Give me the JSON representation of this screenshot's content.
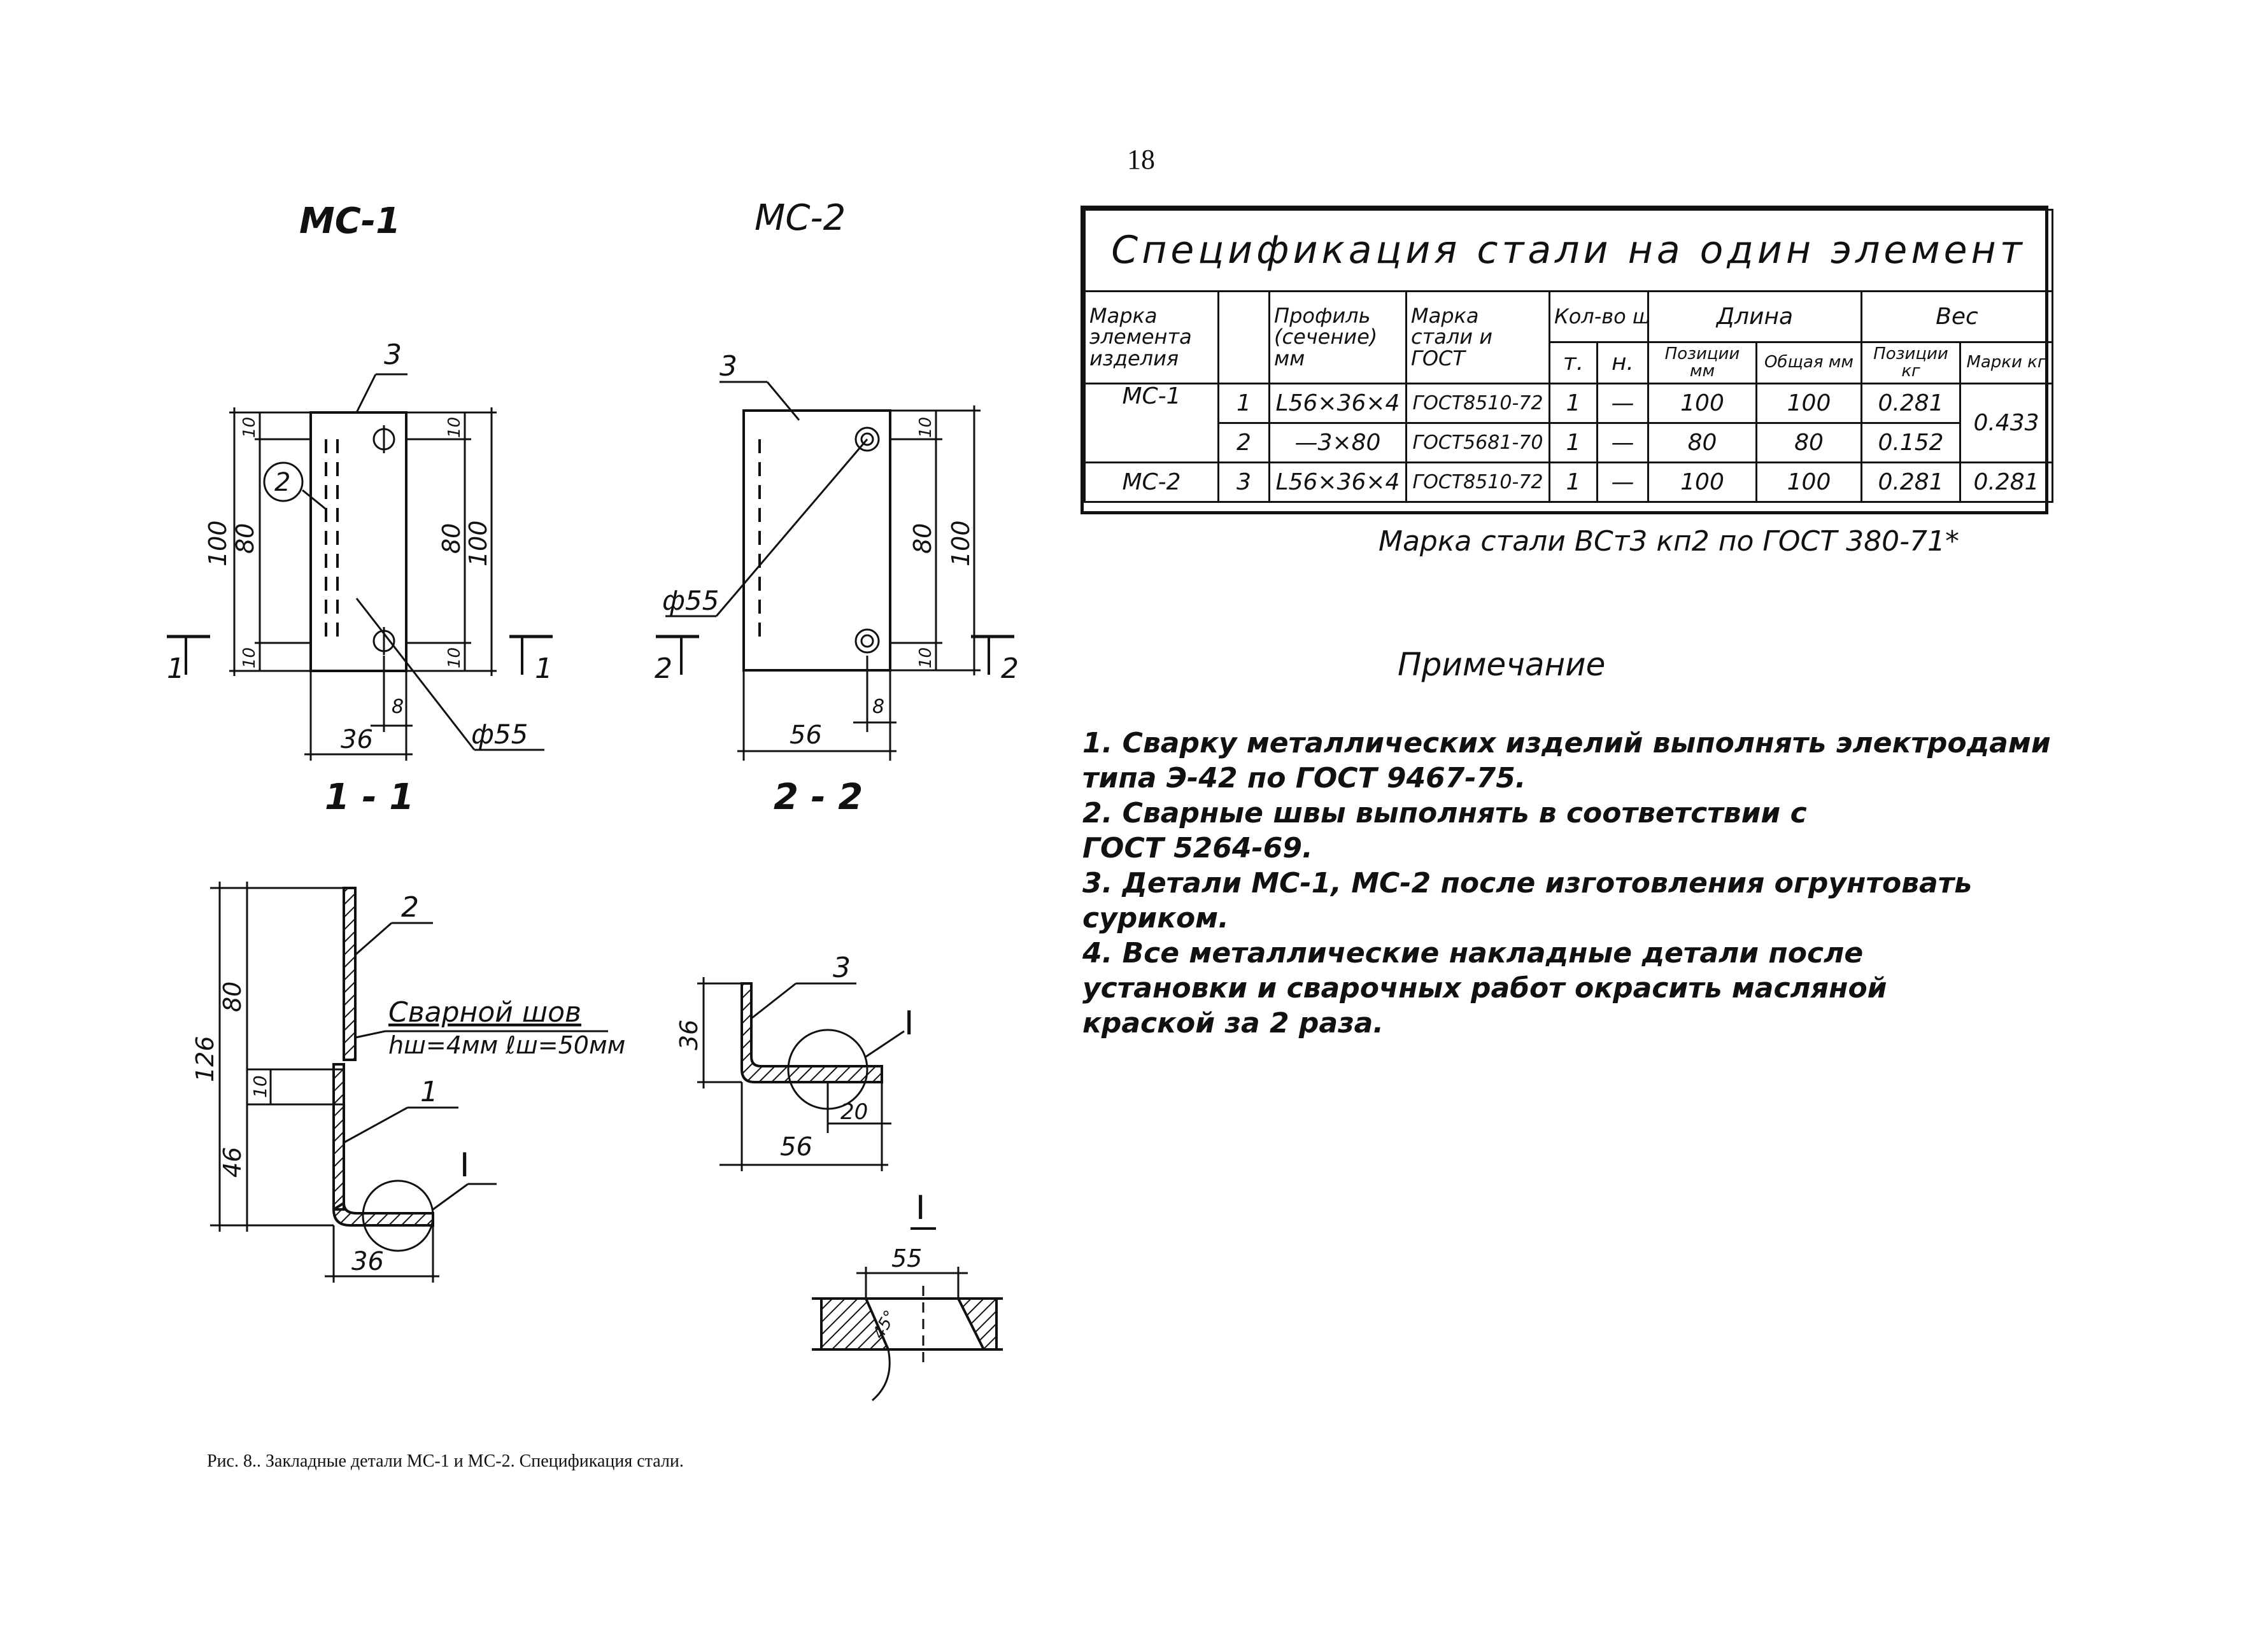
{
  "page_number": "18",
  "figures": {
    "mc1_title": "МС-1",
    "mc2_title": "МС-2",
    "section_1_1": "1 - 1",
    "section_2_2": "2 - 2",
    "mc1_plan": {
      "pos_label": "3",
      "callout": "2",
      "dim_100": "100",
      "dim_80_left": "80",
      "dim_80_right": "80",
      "dim_100_right": "100",
      "dim_10_a": "10",
      "dim_10_b": "10",
      "dim_10_c": "10",
      "dim_10_d": "10",
      "dim_36": "36",
      "dim_8": "8",
      "hole": "ф55",
      "cut_left": "1",
      "cut_right": "1"
    },
    "mc2_plan": {
      "pos_label": "3",
      "hole": "ф55",
      "dim_10_a": "10",
      "dim_10_b": "10",
      "dim_80": "80",
      "dim_100": "100",
      "dim_56": "56",
      "dim_8": "8",
      "cut_left": "2",
      "cut_right": "2"
    },
    "section1": {
      "pos_2": "2",
      "pos_1": "1",
      "detail": "I",
      "dim_126": "126",
      "dim_80": "80",
      "dim_10": "10",
      "dim_46": "46",
      "dim_36": "36",
      "weld_title": "Сварной шов",
      "weld_spec": "hш=4мм ℓш=50мм"
    },
    "section2": {
      "pos_3": "3",
      "detail": "I",
      "dim_36": "36",
      "dim_56": "56",
      "dim_20": "20"
    },
    "detailI": {
      "label": "I",
      "dim_55": "55",
      "angle": "45°"
    }
  },
  "spec_table": {
    "title": "Спецификация стали на один элемент",
    "headers": {
      "mark": "Марка элемента изделия",
      "profile": "Профиль (сечение) мм",
      "steel": "Марка стали и ГОСТ",
      "qty": "Кол-во шт.",
      "qty_t": "т.",
      "qty_n": "н.",
      "length": "Длина",
      "len_pos": "Позиции мм",
      "len_total": "Общая мм",
      "weight": "Вес",
      "w_pos": "Позиции кг",
      "w_mark": "Марки кг"
    },
    "rows": [
      {
        "mark": "МС-1",
        "pos": "1",
        "profile": "L56×36×4",
        "steel": "ГОСТ8510-72",
        "t": "1",
        "n": "—",
        "len_pos": "100",
        "len_total": "100",
        "w_pos": "0.281",
        "w_mark": "0.433"
      },
      {
        "mark": "",
        "pos": "2",
        "profile": "—3×80",
        "steel": "ГОСТ5681-70",
        "t": "1",
        "n": "—",
        "len_pos": "80",
        "len_total": "80",
        "w_pos": "0.152",
        "w_mark": ""
      },
      {
        "mark": "МС-2",
        "pos": "3",
        "profile": "L56×36×4",
        "steel": "ГОСТ8510-72",
        "t": "1",
        "n": "—",
        "len_pos": "100",
        "len_total": "100",
        "w_pos": "0.281",
        "w_mark": "0.281"
      }
    ]
  },
  "steel_grade": "Марка стали ВСт3 кп2 по ГОСТ 380-71*",
  "notes": {
    "heading": "Примечание",
    "lines": [
      "1. Сварку металлических изделий выполнять электродами",
      "типа Э-42 по ГОСТ 9467-75.",
      "2. Сварные швы выполнять в соответствии с",
      "ГОСТ 5264-69.",
      "3. Детали МС-1, МС-2 после изготовления огрунтовать",
      "суриком.",
      "4. Все металлические накладные детали после",
      "установки и сварочных работ окрасить масляной",
      "краской за 2 раза."
    ]
  },
  "caption": "Рис. 8.. Закладные детали МС-1 и МС-2. Спецификация стали."
}
